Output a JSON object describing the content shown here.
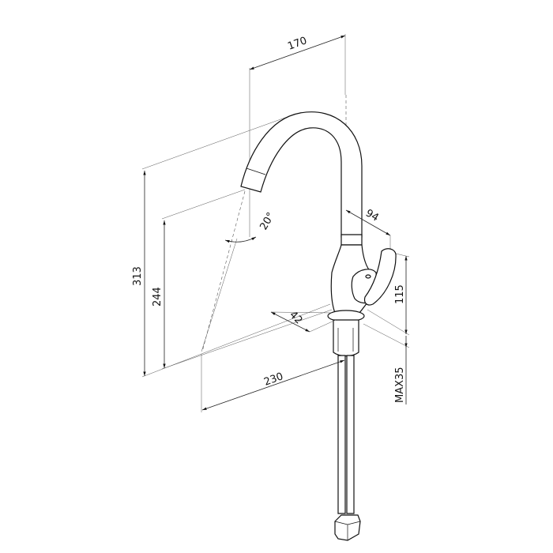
{
  "drawing": {
    "dimensions": {
      "spout_reach": "170",
      "lever_reach": "94",
      "spout_angle": "20°",
      "total_height": "313",
      "spout_height": "244",
      "base_diameter": "42",
      "lever_height": "115",
      "hose_offset": "230",
      "max_deck_thickness": "MAX35"
    }
  }
}
